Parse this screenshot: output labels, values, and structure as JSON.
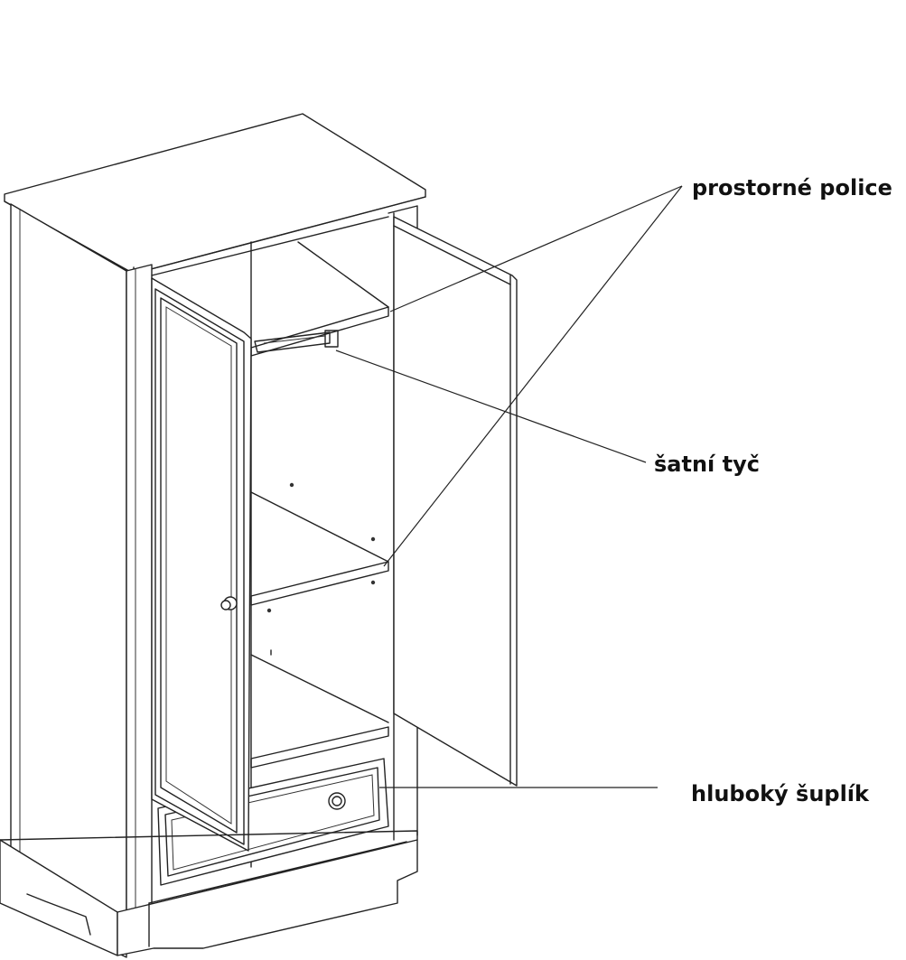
{
  "labels": {
    "shelves": "prostorné police",
    "rail": "šatní tyč",
    "drawer": "hluboký šuplík"
  },
  "colors": {
    "line": "#222222",
    "background": "#ffffff"
  }
}
